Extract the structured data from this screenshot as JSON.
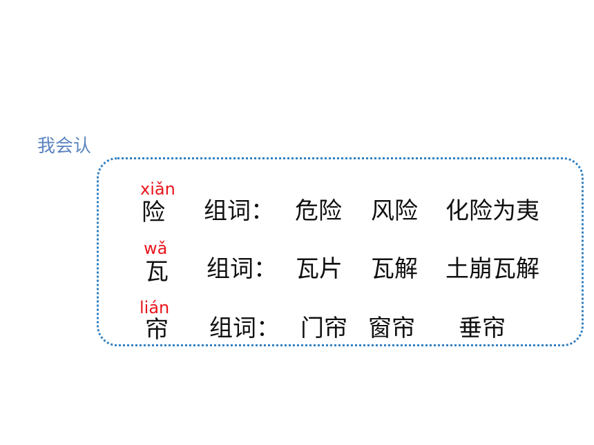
{
  "section_title": "我会认",
  "rows": [
    {
      "pinyin": "xiǎn",
      "character": "险",
      "label": "组词：",
      "words": [
        "危险",
        "风险",
        "化险为夷"
      ]
    },
    {
      "pinyin": "wǎ",
      "character": "瓦",
      "label": "组词：",
      "words": [
        "瓦片",
        "瓦解",
        "土崩瓦解"
      ]
    },
    {
      "pinyin": "lián",
      "character": "帘",
      "label": "组词：",
      "words": [
        "门帘",
        "窗帘",
        "垂帘"
      ]
    }
  ],
  "colors": {
    "title": "#5b84c0",
    "pinyin": "#e8141b",
    "border": "#2e7fc1",
    "text": "#111111"
  }
}
